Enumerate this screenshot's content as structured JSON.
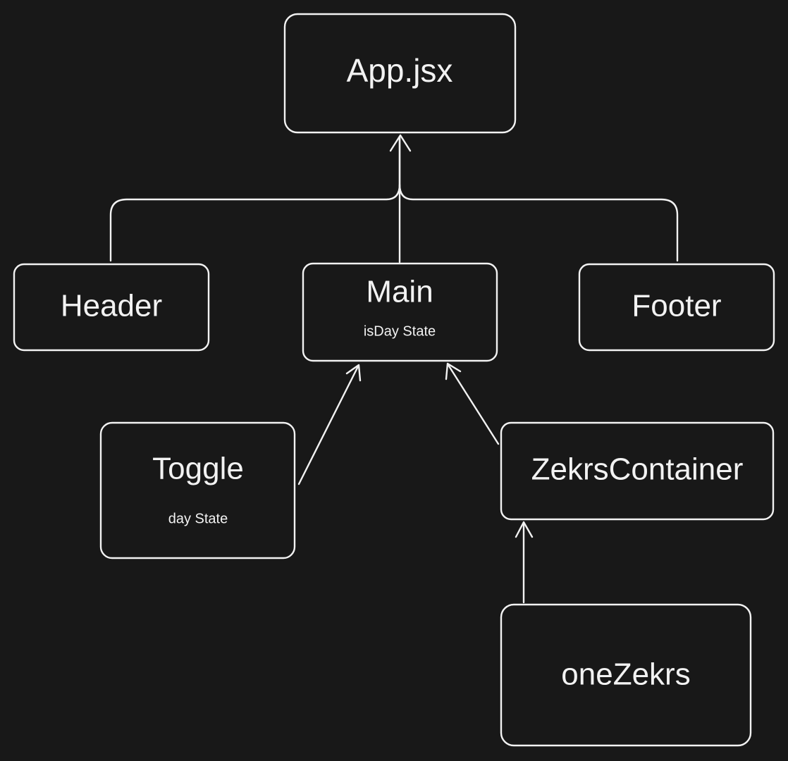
{
  "diagram": {
    "nodes": {
      "app": {
        "title": "App.jsx"
      },
      "header": {
        "title": "Header"
      },
      "main": {
        "title": "Main",
        "subtitle": "isDay State"
      },
      "footer": {
        "title": "Footer"
      },
      "toggle": {
        "title": "Toggle",
        "subtitle": "day State"
      },
      "zekrs_container": {
        "title": "ZekrsContainer"
      },
      "one_zekrs": {
        "title": "oneZekrs"
      }
    },
    "edges": [
      {
        "from": "header",
        "to": "app"
      },
      {
        "from": "main",
        "to": "app"
      },
      {
        "from": "footer",
        "to": "app"
      },
      {
        "from": "toggle",
        "to": "main"
      },
      {
        "from": "zekrs_container",
        "to": "main"
      },
      {
        "from": "one_zekrs",
        "to": "zekrs_container"
      }
    ],
    "colors": {
      "background": "#181818",
      "stroke": "#f2f2f2",
      "text": "#f2f2f2"
    }
  }
}
